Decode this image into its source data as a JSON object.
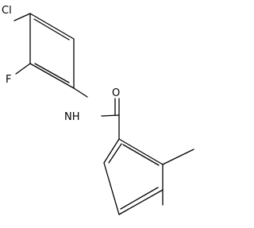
{
  "atoms": {
    "cl": "Cl",
    "f": "F",
    "nh": "NH",
    "o": "O"
  }
}
